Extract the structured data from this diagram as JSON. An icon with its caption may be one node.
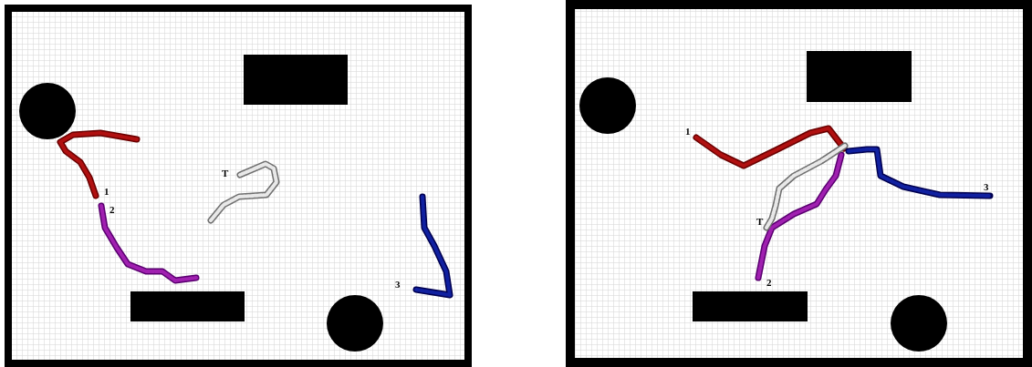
{
  "diagram": {
    "labels": [
      "T",
      "1",
      "2",
      "3",
      "1",
      "3",
      "T",
      "2"
    ]
  }
}
